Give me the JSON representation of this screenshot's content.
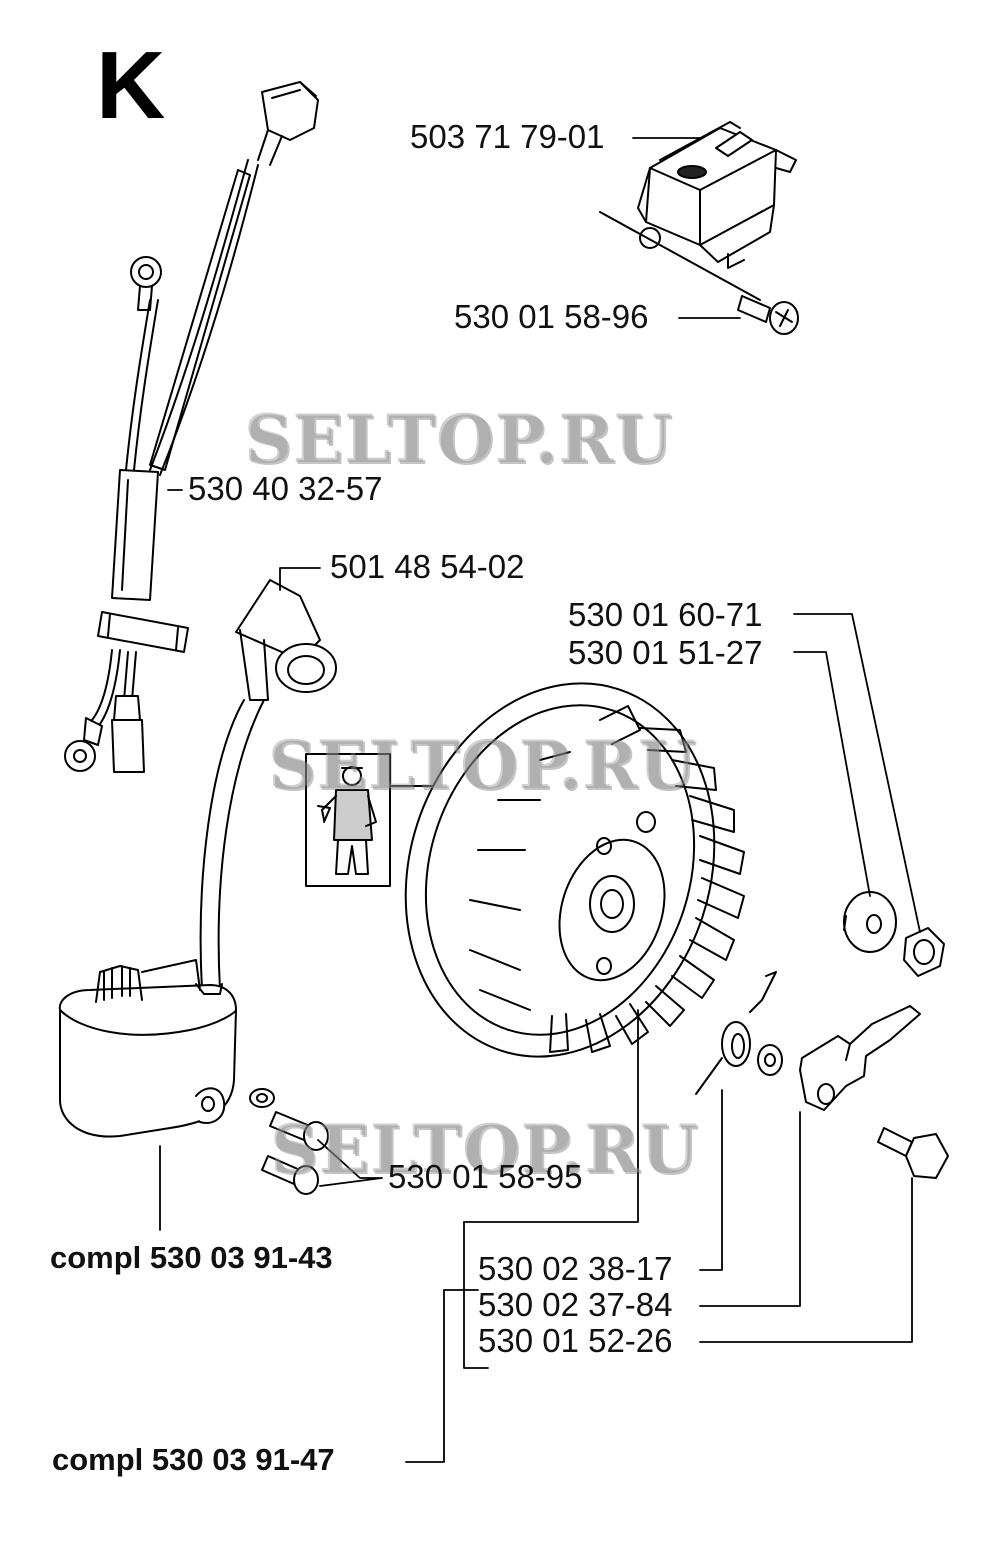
{
  "section_letter": "K",
  "watermark": "SELTOP.RU",
  "part_numbers": {
    "switch": "503 71 79-01",
    "switch_screw": "530 01 58-96",
    "ground_wire": "530 40 32-57",
    "spark_cap": "501 48 54-02",
    "nut": "530 01 60-71",
    "washer": "530 01 51-27",
    "coil_screws": "530 01 58-95",
    "spring": "530 02 38-17",
    "pawl": "530 02 37-84",
    "pawl_screw": "530 01 52-26",
    "ignition_compl": "compl 530 03 91-43",
    "flywheel_compl": "compl 530 03 91-47"
  }
}
